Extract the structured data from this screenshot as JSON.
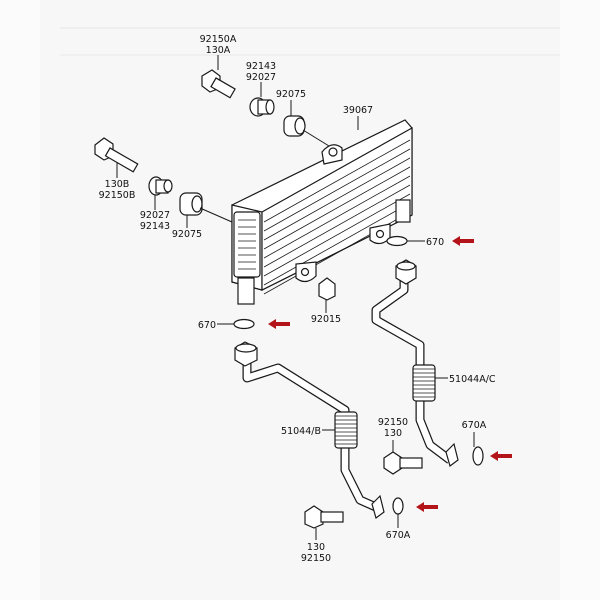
{
  "diagram": {
    "labels": {
      "bolt_top": [
        "92150A",
        "130A"
      ],
      "collar_top": [
        "92143",
        "92027"
      ],
      "grommet_top": "92075",
      "cooler": "39067",
      "bolt_left": [
        "130B",
        "92150B"
      ],
      "collar_left": [
        "92027",
        "92143"
      ],
      "grommet_left": "92075",
      "oring_right": "670",
      "oring_left": "670",
      "nut": "92015",
      "pipe_right": "51044A/C",
      "pipe_left": "51044/B",
      "bolt_mid": [
        "92150",
        "130"
      ],
      "oring_a_right": "670A",
      "bolt_bottom": [
        "130",
        "92150"
      ],
      "oring_a_bottom": "670A"
    },
    "highlight_color": "#b3141a"
  }
}
